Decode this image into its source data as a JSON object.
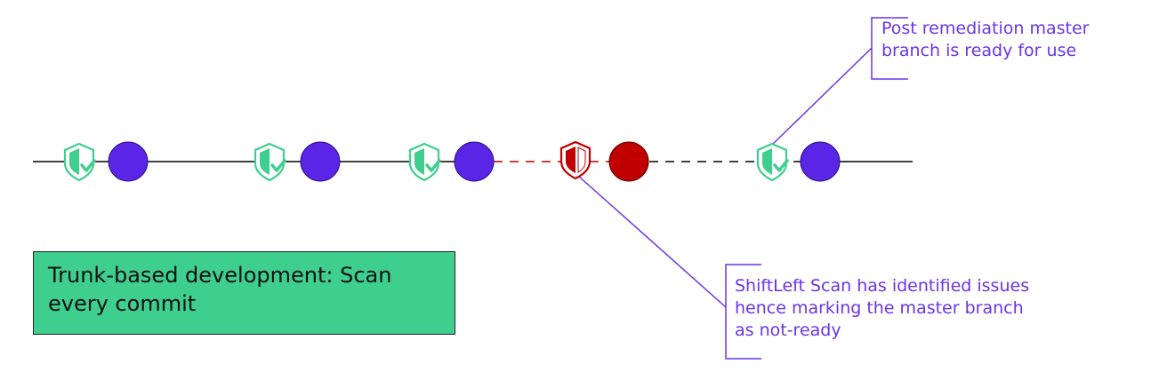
{
  "colors": {
    "commit_ok": "#5a25e6",
    "commit_fail": "#c00000",
    "shield_ok": "#3ecf8e",
    "shield_fail": "#c00000",
    "callout": "#6a34e8",
    "box_fill": "#3ecf8e",
    "trunk_line": "#000000"
  },
  "commits": [
    {
      "status": "passed",
      "shield_icon": "shield-check-icon"
    },
    {
      "status": "passed",
      "shield_icon": "shield-check-icon"
    },
    {
      "status": "passed",
      "shield_icon": "shield-check-icon"
    },
    {
      "status": "failed",
      "shield_icon": "shield-alert-icon"
    },
    {
      "status": "passed",
      "shield_icon": "shield-check-icon"
    }
  ],
  "callouts": {
    "top": {
      "lines": [
        "Post remediation master",
        "branch is ready for use"
      ]
    },
    "bottom": {
      "lines": [
        "ShiftLeft Scan has identified issues",
        "hence marking the master branch",
        "as not-ready"
      ]
    }
  },
  "info_box": {
    "lines": [
      "Trunk-based development: Scan",
      "every commit"
    ]
  }
}
